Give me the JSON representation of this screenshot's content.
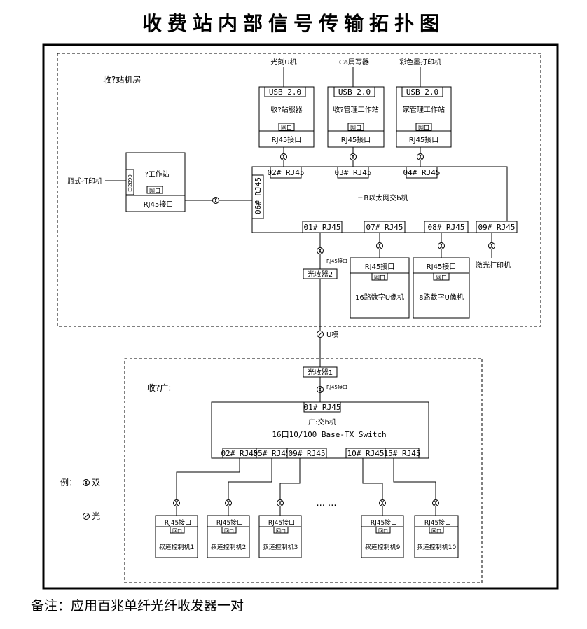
{
  "title": "收费站内部信号传输拓扑图",
  "note": "备注：应用百兆单纤光纤收发器一对",
  "room_label": "收?站机房",
  "center_label": "收?广:",
  "usb_label": "USB 2.0",
  "rj45_label": "RJ45接口",
  "rj45_short": "RJ45接口",
  "net_label": "网口",
  "servers": {
    "s1": {
      "top": "光刻U机",
      "name": "收?站服器"
    },
    "s2": {
      "top": "ICa属写器",
      "name": "收?管理工作站"
    },
    "s3": {
      "top": "彩色墨打印机",
      "name": "家管理工作站"
    }
  },
  "workstation": {
    "name": "?工作站",
    "side": "口2890",
    "printer": "瓶式打印机"
  },
  "switch3": {
    "name": "三B以太网交b机",
    "ports": {
      "p02": "02# RJ45",
      "p03": "03# RJ45",
      "p04": "04# RJ45",
      "p06": "06# RJ45",
      "p01": "01# RJ45",
      "p07": "07# RJ45",
      "p08": "08# RJ45",
      "p09": "09# RJ45"
    }
  },
  "laser_printer": "激光打印机",
  "video": {
    "v1": "16路数字U像机",
    "v2": "8路数字U像机"
  },
  "transceiver2": "光收器2",
  "transceiver1": "光收器1",
  "fiber_label": "U模",
  "switch_center": {
    "name1": "广:交b机",
    "name2": "16口10/100 Base-TX Switch",
    "p01": "01# RJ45",
    "ports": {
      "p02": "02# RJ45",
      "p05": "05# RJ45",
      "p09": "09# RJ45",
      "p10": "10# RJ45",
      "p15": "15# RJ45"
    }
  },
  "lanes": [
    "叔道控制机1",
    "叔道控制机2",
    "叔道控制机3",
    "叔道控制机9",
    "叔道控制机10"
  ],
  "ellipsis": "··· ···",
  "legend": {
    "label": "例：",
    "twisted": "双",
    "fiber": "光"
  }
}
